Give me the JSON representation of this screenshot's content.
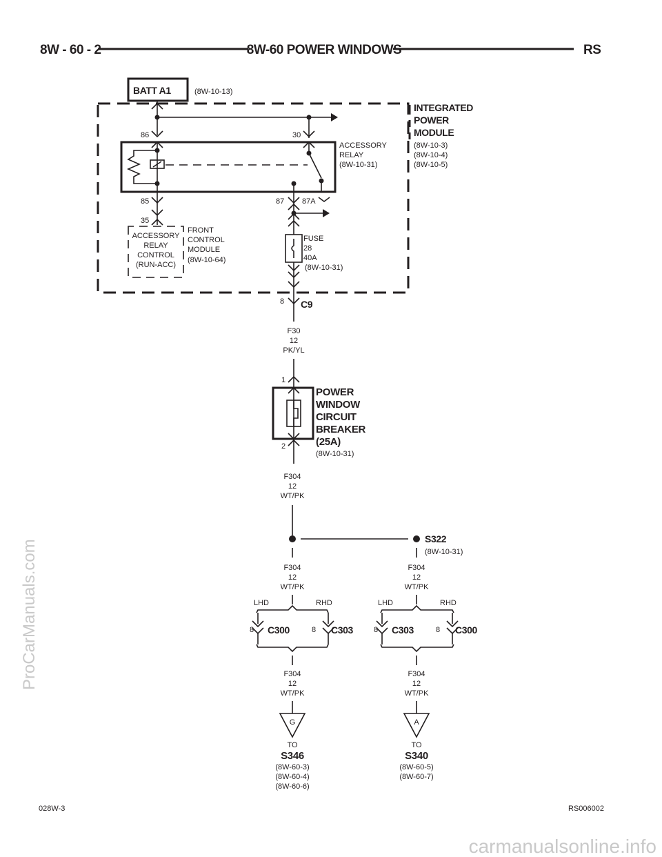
{
  "header": {
    "left": "8W - 60 - 2",
    "center": "8W-60 POWER WINDOWS",
    "right": "RS"
  },
  "batt": {
    "label": "BATT A1",
    "ref": "(8W-10-13)"
  },
  "ipm": {
    "title": [
      "INTEGRATED",
      "POWER",
      "MODULE"
    ],
    "refs": [
      "(8W-10-3)",
      "(8W-10-4)",
      "(8W-10-5)"
    ]
  },
  "relay": {
    "label": [
      "ACCESSORY",
      "RELAY",
      "(8W-10-31)"
    ],
    "pins": {
      "p86": "86",
      "p30": "30",
      "p85": "85",
      "p87": "87",
      "p87a": "87A"
    }
  },
  "fcm": {
    "pin": "35",
    "box": [
      "ACCESSORY",
      "RELAY",
      "CONTROL",
      "(RUN-ACC)"
    ],
    "label": [
      "FRONT",
      "CONTROL",
      "MODULE",
      "(8W-10-64)"
    ]
  },
  "fuse": {
    "label": [
      "FUSE",
      "28",
      "40A",
      "(8W-10-31)"
    ]
  },
  "c9": {
    "pin": "8",
    "name": "C9"
  },
  "wire1": [
    "F30",
    "12",
    "PK/YL"
  ],
  "breaker": {
    "pin_top": "1",
    "pin_bottom": "2",
    "title": [
      "POWER",
      "WINDOW",
      "CIRCUIT",
      "BREAKER",
      "(25A)"
    ],
    "ref": "(8W-10-31)"
  },
  "wire2": [
    "F304",
    "12",
    "WT/PK"
  ],
  "splice": {
    "name": "S322",
    "ref": "(8W-10-31)"
  },
  "wire_left": [
    "F304",
    "12",
    "WT/PK"
  ],
  "wire_right": [
    "F304",
    "12",
    "WT/PK"
  ],
  "left_conn": {
    "lhd": "LHD",
    "rhd": "RHD",
    "pin_a": "8",
    "name_a": "C300",
    "pin_b": "8",
    "name_b": "C303"
  },
  "right_conn": {
    "lhd": "LHD",
    "rhd": "RHD",
    "pin_a": "8",
    "name_a": "C303",
    "pin_b": "8",
    "name_b": "C300"
  },
  "wire_left_bottom": [
    "F304",
    "12",
    "WT/PK"
  ],
  "wire_right_bottom": [
    "F304",
    "12",
    "WT/PK"
  ],
  "dest_left": {
    "letter": "G",
    "to": "TO",
    "name": "S346",
    "refs": [
      "(8W-60-3)",
      "(8W-60-4)",
      "(8W-60-6)"
    ]
  },
  "dest_right": {
    "letter": "A",
    "to": "TO",
    "name": "S340",
    "refs": [
      "(8W-60-5)",
      "(8W-60-7)"
    ]
  },
  "footer": {
    "left": "028W-3",
    "right": "RS006002"
  },
  "watermarks": {
    "side": "ProCarManuals.com",
    "bottom": "carmanualsonline.info"
  }
}
